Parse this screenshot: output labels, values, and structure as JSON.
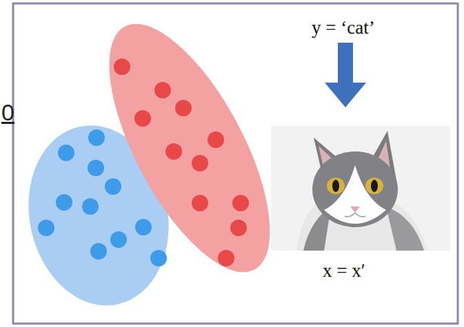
{
  "diagram": {
    "labels": [
      "0",
      "y = ‘cat’",
      "x = x′"
    ]
  }
}
